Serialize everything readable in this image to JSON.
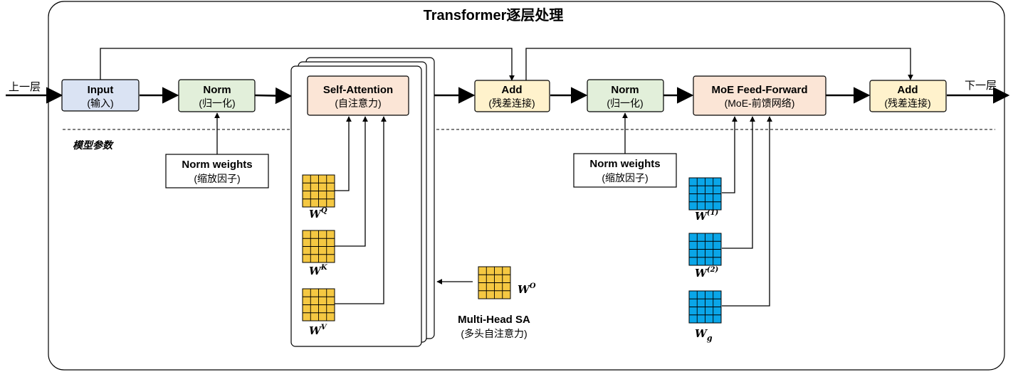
{
  "title": "Transformer逐层处理",
  "io": {
    "input_label": "上一层",
    "output_label": "下一层"
  },
  "section_label": "模型参数",
  "blocks": {
    "input": {
      "title": "Input",
      "subtitle": "(输入)"
    },
    "norm1": {
      "title": "Norm",
      "subtitle": "(归一化)"
    },
    "self_attention": {
      "title": "Self-Attention",
      "subtitle": "(自注意力)"
    },
    "add1": {
      "title": "Add",
      "subtitle": "(残差连接)"
    },
    "norm2": {
      "title": "Norm",
      "subtitle": "(归一化)"
    },
    "moe_ff": {
      "title": "MoE Feed-Forward",
      "subtitle": "(MoE-前馈网络)"
    },
    "add2": {
      "title": "Add",
      "subtitle": "(残差连接)"
    }
  },
  "norm_weights_1": {
    "title": "Norm weights",
    "subtitle": "(缩放因子)"
  },
  "norm_weights_2": {
    "title": "Norm weights",
    "subtitle": "(缩放因子)"
  },
  "multi_head": {
    "title": "Multi-Head SA",
    "subtitle": "(多头自注意力)"
  },
  "weights": {
    "wq": {
      "base": "W",
      "sup": "Q",
      "color": "#f5c842"
    },
    "wk": {
      "base": "W",
      "sup": "K",
      "color": "#f5c842"
    },
    "wv": {
      "base": "W",
      "sup": "V",
      "color": "#f5c842"
    },
    "wo": {
      "base": "W",
      "sup": "O",
      "color": "#f5c842"
    },
    "w1": {
      "base": "W",
      "sup": "(1)",
      "color": "#0aa6e8"
    },
    "w2": {
      "base": "W",
      "sup": "(2)",
      "color": "#0aa6e8"
    },
    "wg": {
      "base": "W",
      "sub": "g",
      "color": "#0aa6e8"
    }
  },
  "colors": {
    "input_fill": "#dae3f3",
    "norm_fill": "#e2efda",
    "attention_fill": "#fbe5d6",
    "add_fill": "#fff2cc",
    "moe_fill": "#fbe5d6"
  }
}
